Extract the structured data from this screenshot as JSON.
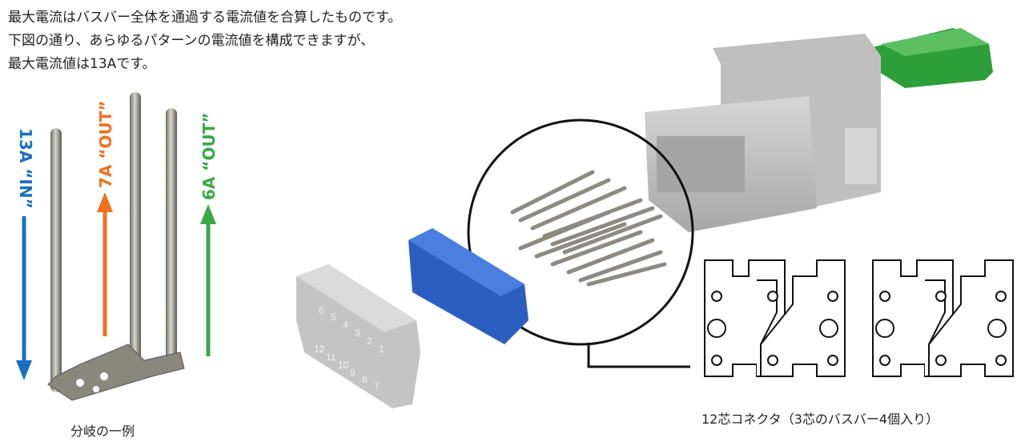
{
  "intro": {
    "lines": [
      "最大電流はバスバー全体を通過する電流値を合算したものです。",
      "下図の通り、あらゆるパターンの電流値を構成できますが、",
      "最大電流値は13Aです。"
    ]
  },
  "busbar_example": {
    "caption": "分岐の一例",
    "labels": [
      {
        "text": "13A “IN”",
        "color": "#1a6fc0"
      },
      {
        "text": "7A “OUT”",
        "color": "#f07020"
      },
      {
        "text": "6A “OUT”",
        "color": "#3aa845"
      }
    ]
  },
  "connector": {
    "caption": "12芯コネクタ（3芯のバスバー4個入り）",
    "cover_numbers": [
      "6",
      "5",
      "4",
      "3",
      "2",
      "1",
      "12",
      "11",
      "10",
      "9",
      "8",
      "7"
    ],
    "colors": {
      "housing": "#c8c8c8",
      "wedge": "#2e9e3a",
      "seal": "#2a5fc0",
      "cover": "#b8b8b8"
    }
  }
}
